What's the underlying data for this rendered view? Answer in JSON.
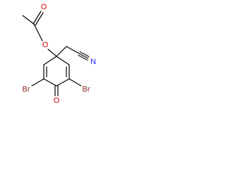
{
  "molecule": {
    "atoms": {
      "acetyl_oxygen": "O",
      "ester_oxygen": "O",
      "nitrile_nitrogen": "N",
      "bromine_left": "Br",
      "bromine_right": "Br",
      "ketone_oxygen": "O"
    },
    "colors": {
      "bond": "#000000",
      "oxygen": "#cc0000",
      "nitrogen": "#1a1aff",
      "bromine": "#8b2a1e"
    }
  }
}
